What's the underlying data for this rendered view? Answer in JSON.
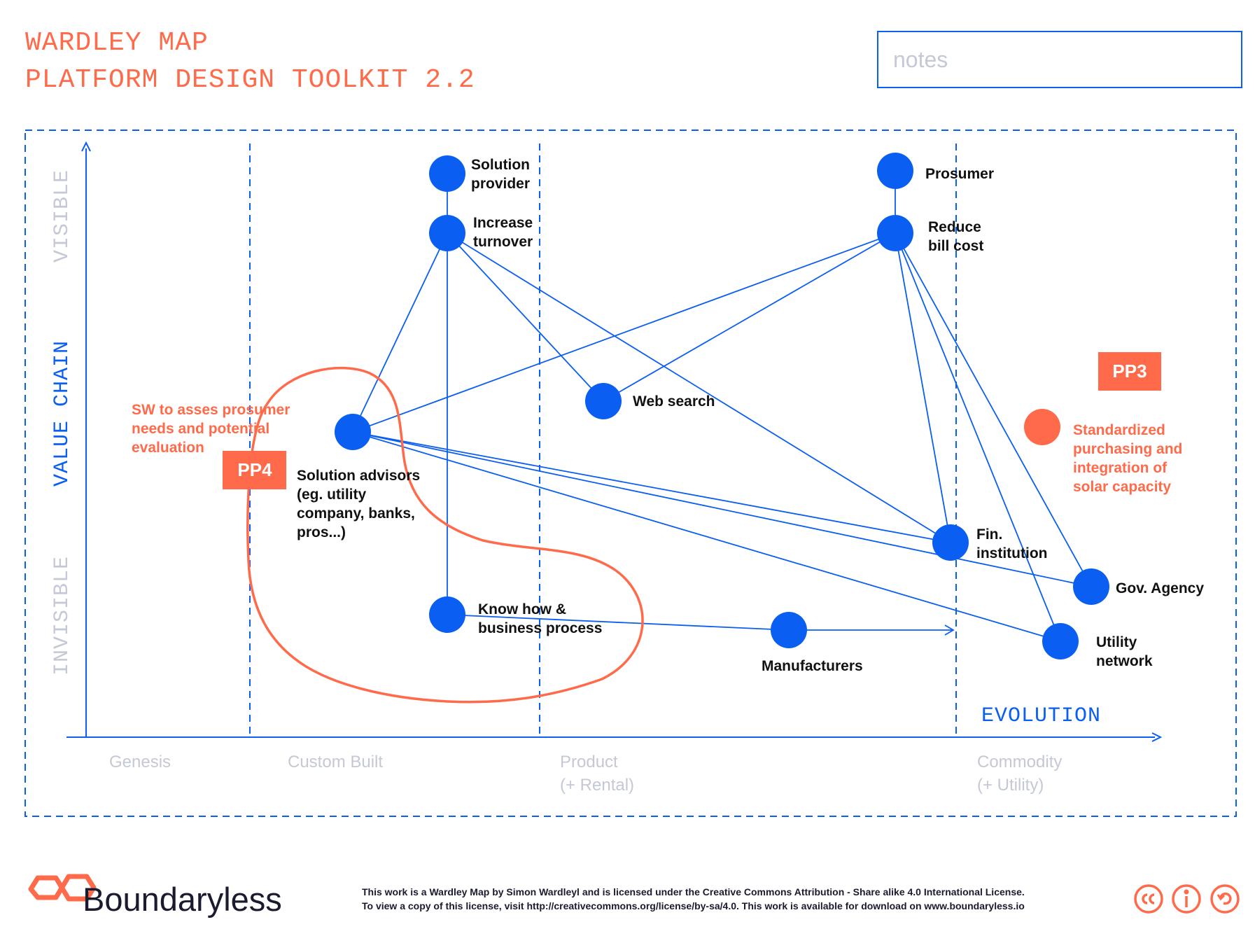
{
  "title": {
    "line1": "WARDLEY MAP",
    "line2": "PLATFORM DESIGN TOOLKIT 2.2"
  },
  "notes": {
    "placeholder": "notes"
  },
  "axes": {
    "y_label": "VALUE CHAIN",
    "y_top": "VISIBLE",
    "y_bottom": "INVISIBLE",
    "x_label": "EVOLUTION",
    "stages": {
      "genesis": "Genesis",
      "custom": "Custom Built",
      "product_1": "Product",
      "product_2": "(+ Rental)",
      "commodity_1": "Commodity",
      "commodity_2": "(+ Utility)"
    }
  },
  "nodes": {
    "solution_provider": {
      "l1": "Solution",
      "l2": "provider"
    },
    "increase_turnover": {
      "l1": "Increase",
      "l2": "turnover"
    },
    "prosumer": {
      "l1": "Prosumer"
    },
    "reduce_bill": {
      "l1": "Reduce",
      "l2": "bill cost"
    },
    "web_search": {
      "l1": "Web search"
    },
    "solution_advisors": {
      "l1": "Solution advisors",
      "l2": "(eg. utility",
      "l3": "company, banks,",
      "l4": "pros...)"
    },
    "fin_institution": {
      "l1": "Fin.",
      "l2": "institution"
    },
    "gov_agency": {
      "l1": "Gov. Agency"
    },
    "utility_network": {
      "l1": "Utility",
      "l2": "network"
    },
    "know_how": {
      "l1": "Know how &",
      "l2": "business process"
    },
    "manufacturers": {
      "l1": "Manufacturers"
    }
  },
  "annotations": {
    "sw": {
      "l1": "SW to asses prosumer",
      "l2": "needs and potential",
      "l3": "evaluation"
    },
    "standardized": {
      "l1": "Standardized",
      "l2": "purchasing and",
      "l3": "integration of",
      "l4": "solar capacity"
    },
    "pp3": "PP3",
    "pp4": "PP4"
  },
  "footer": {
    "logo_text": "Boundaryless",
    "license_line1": "This work is a Wardley Map by Simon Wardleyl and is  licensed under the Creative Commons Attribution - Share alike 4.0 International License.",
    "license_line2": "To view a copy of this license, visit http://creativecommons.org/license/by-sa/4.0. This work is available for download on www.boundaryless.io"
  },
  "colors": {
    "accent": "#ff6b4a",
    "primary": "#0a5ef2",
    "muted": "#c5c8d6",
    "text": "#111111"
  }
}
